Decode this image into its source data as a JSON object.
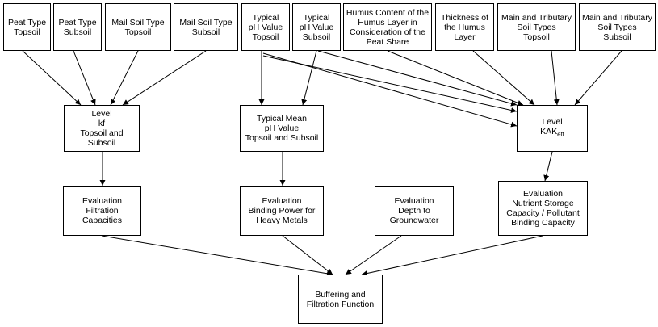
{
  "colors": {
    "stroke": "#000000",
    "fill": "#ffffff"
  },
  "nodes": {
    "peat_top": "Peat Type\nTopsoil",
    "peat_sub": "Peat Type\nSubsoil",
    "mail_top": "Mail Soil Type\nTopsoil",
    "mail_sub": "Mail Soil Type\nSubsoil",
    "ph_top": "Typical\npH Value\nTopsoil",
    "ph_sub": "Typical\npH Value\nSubsoil",
    "humus_content": "Humus Content of the\nHumus Layer in\nConsideration of the\nPeat Share",
    "humus_thickness": "Thickness of\nthe Humus\nLayer",
    "main_top": "Main and Tributary\nSoil Types\nTopsoil",
    "main_sub": "Main and Tributary\nSoil Types\nSubsoil",
    "level_kf": "Level\nkf\nTopsoil and\nSubsoil",
    "mean_ph": "Typical  Mean\npH Value\nTopsoil and Subsoil",
    "level_kak_prefix": "Level",
    "level_kak_main": "KAK",
    "level_kak_sub": "eff",
    "eval_filtration": "Evaluation\nFiltration\nCapacities",
    "eval_binding": "Evaluation\nBinding Power for\nHeavy Metals",
    "eval_depth": "Evaluation\nDepth to\nGroundwater",
    "eval_nutrient": "Evaluation\nNutrient Storage\nCapacity / Pollutant\nBinding Capacity",
    "buffering": "Buffering and\nFiltration Function"
  },
  "edges": [
    [
      "peat_top",
      "level_kf"
    ],
    [
      "peat_sub",
      "level_kf"
    ],
    [
      "mail_top",
      "level_kf"
    ],
    [
      "mail_sub",
      "level_kf"
    ],
    [
      "ph_top",
      "mean_ph"
    ],
    [
      "ph_sub",
      "mean_ph"
    ],
    [
      "ph_top",
      "level_kak"
    ],
    [
      "ph_top",
      "level_kak"
    ],
    [
      "ph_sub",
      "level_kak"
    ],
    [
      "humus_content",
      "level_kak"
    ],
    [
      "humus_thickness",
      "level_kak"
    ],
    [
      "main_top",
      "level_kak"
    ],
    [
      "main_sub",
      "level_kak"
    ],
    [
      "level_kf",
      "eval_filtration"
    ],
    [
      "mean_ph",
      "eval_binding"
    ],
    [
      "level_kak",
      "eval_nutrient"
    ],
    [
      "eval_filtration",
      "buffering"
    ],
    [
      "eval_binding",
      "buffering"
    ],
    [
      "eval_depth",
      "buffering"
    ],
    [
      "eval_nutrient",
      "buffering"
    ]
  ]
}
